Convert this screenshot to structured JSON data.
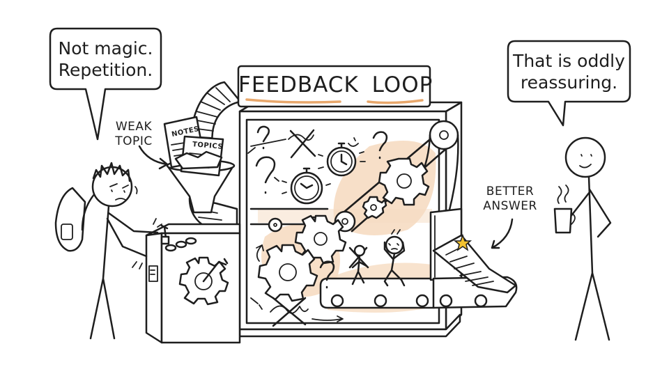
{
  "bubbles": {
    "left": {
      "line1": "Not magic.",
      "line2": "Repetition."
    },
    "right": {
      "line1": "That is oddly",
      "line2": "reassuring."
    }
  },
  "sign": {
    "part1": "FEEDBACK",
    "part2": "LOOP"
  },
  "labels": {
    "input_line1": "WEAK",
    "input_line2": "TOPIC",
    "output_line1": "BETTER",
    "output_line2": "ANSWER"
  },
  "papers": {
    "notes": "NOTES",
    "topics": "TOPICS"
  },
  "colors": {
    "ink": "#1e1e1e",
    "accent": "#e8a76b",
    "accent_light": "#f6dcc2",
    "paper": "#ffffff",
    "star": "#f2c230"
  },
  "icons": [
    "speech-bubble",
    "hopper",
    "pipe",
    "conveyor-belt",
    "gear",
    "stopwatch",
    "question-mark",
    "cross-mark",
    "lever",
    "crank-wheel",
    "coffee-mug",
    "star",
    "document"
  ]
}
